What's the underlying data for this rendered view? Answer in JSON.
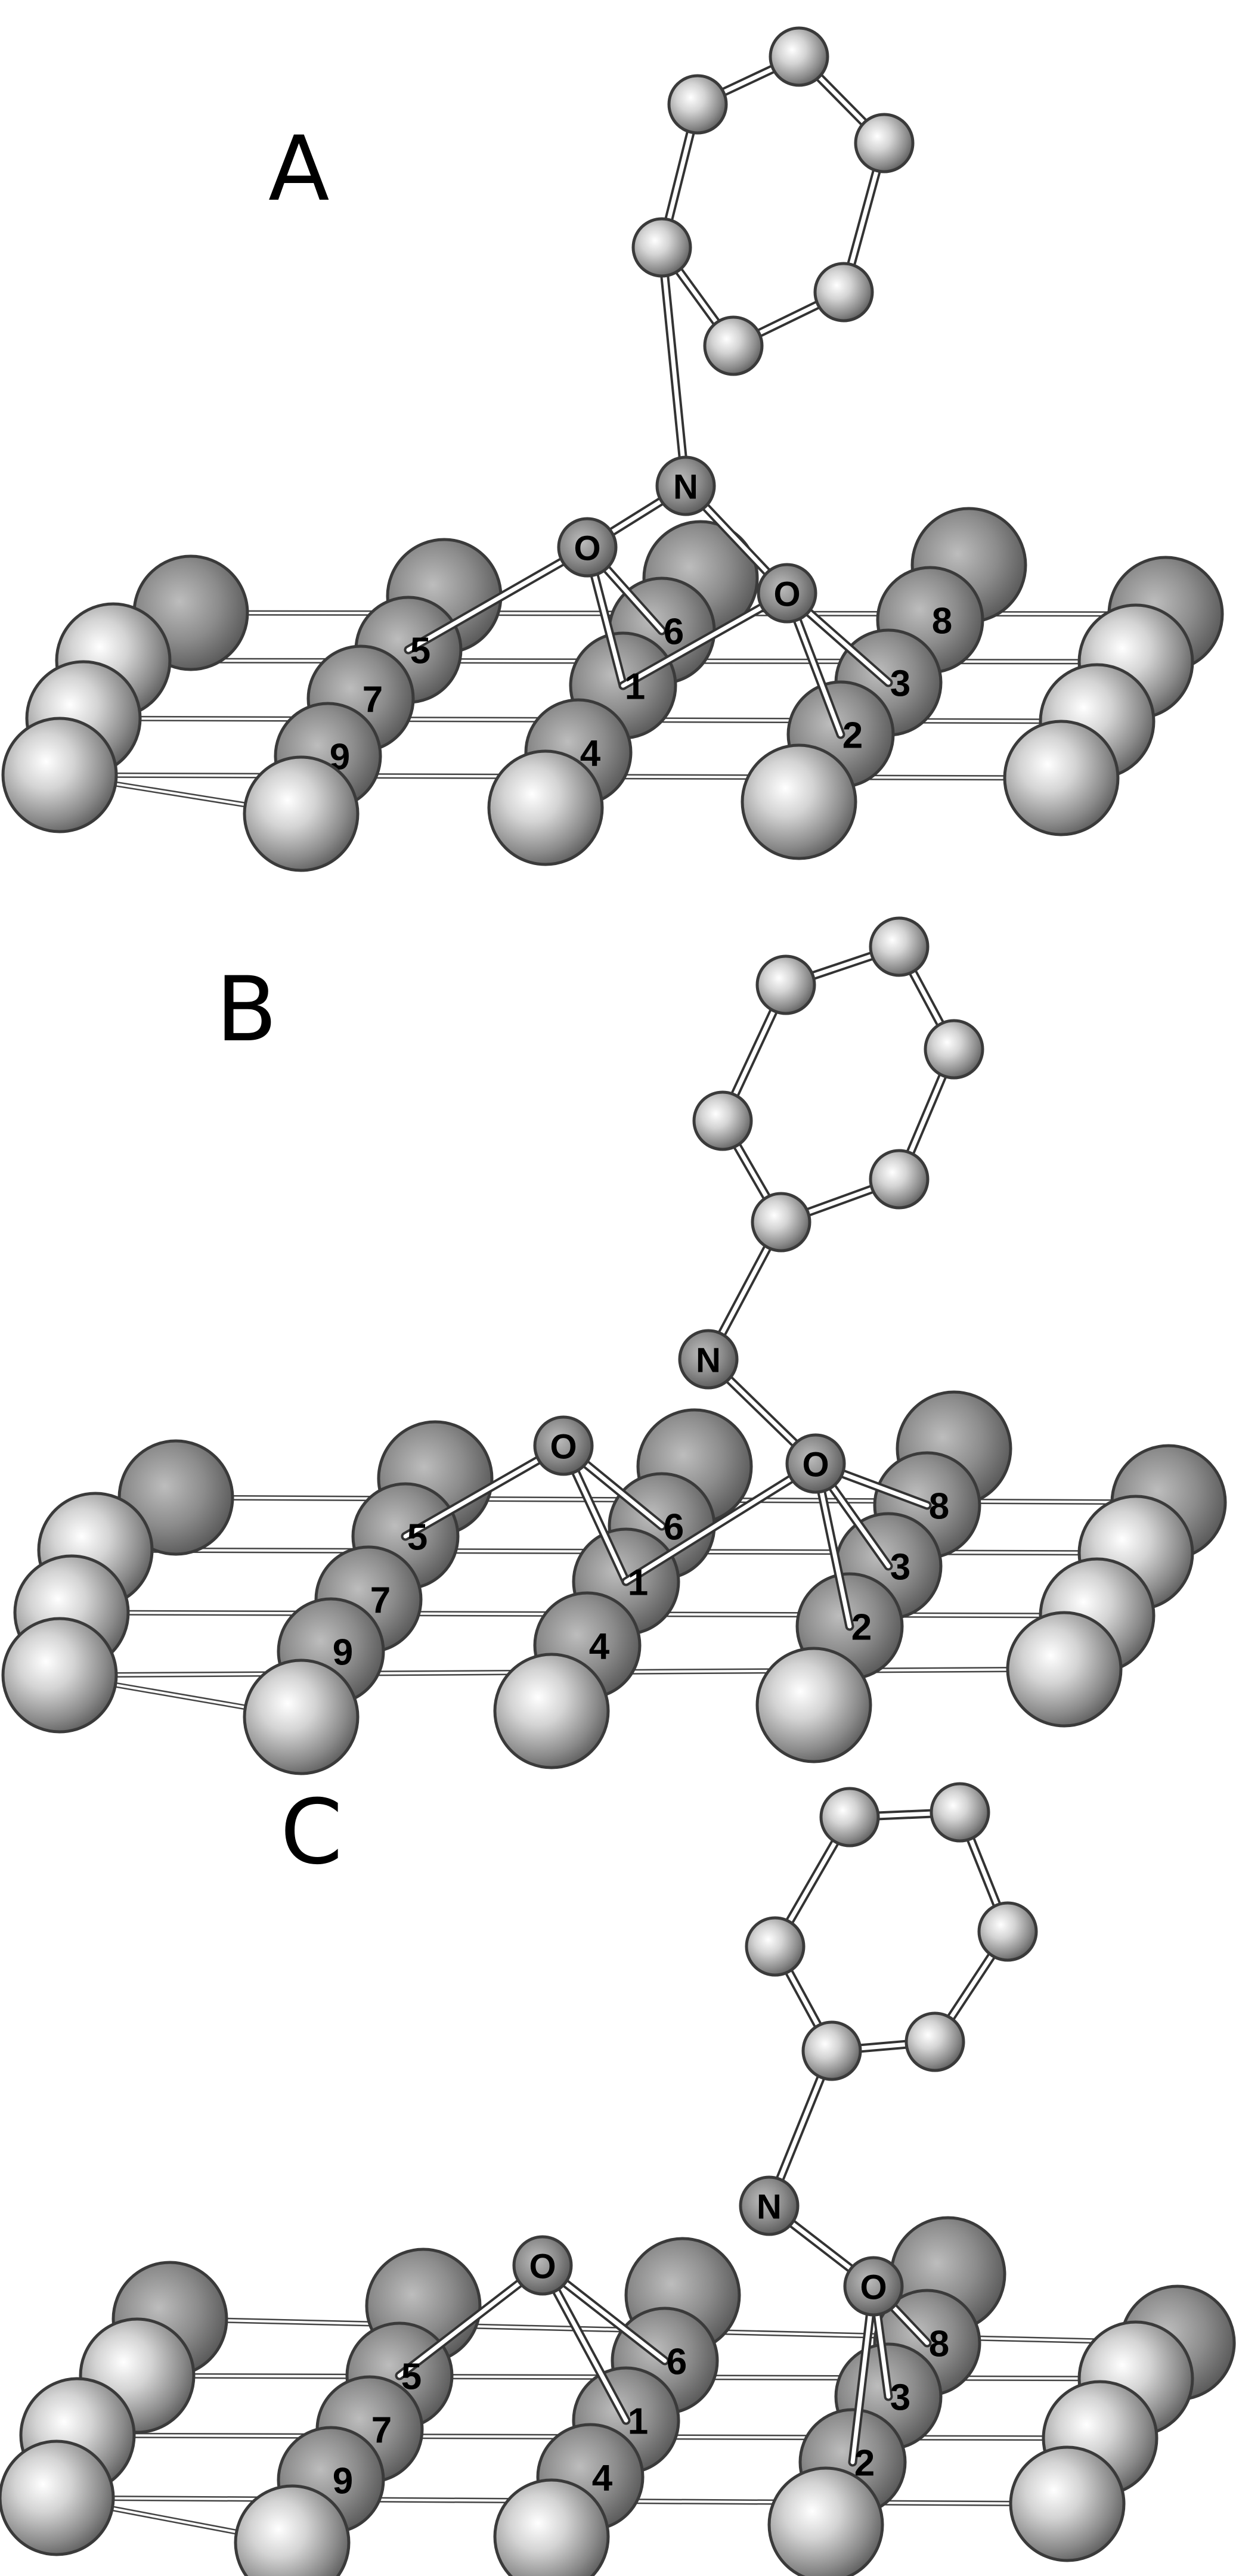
{
  "panels": [
    {
      "label": "A",
      "atom_labels": {
        "N": "N",
        "O1": "O",
        "O2": "O",
        "s1": "1",
        "s2": "2",
        "s3": "3",
        "s4": "4",
        "s5": "5",
        "s6": "6",
        "s7": "7",
        "s8": "8",
        "s9": "9"
      }
    },
    {
      "label": "B",
      "atom_labels": {
        "N": "N",
        "O1": "O",
        "O2": "O",
        "s1": "1",
        "s2": "2",
        "s3": "3",
        "s4": "4",
        "s5": "5",
        "s6": "6",
        "s7": "7",
        "s8": "8",
        "s9": "9"
      }
    },
    {
      "label": "C",
      "atom_labels": {
        "N": "N",
        "O1": "O",
        "O2": "O",
        "s1": "1",
        "s2": "2",
        "s3": "3",
        "s4": "4",
        "s5": "5",
        "s6": "6",
        "s7": "7",
        "s8": "8",
        "s9": "9"
      }
    }
  ],
  "colors": {
    "atom_light": "#ffffff",
    "atom_dark": "#5a5a5a",
    "outline": "#3a3a3a",
    "background": "#ffffff"
  }
}
